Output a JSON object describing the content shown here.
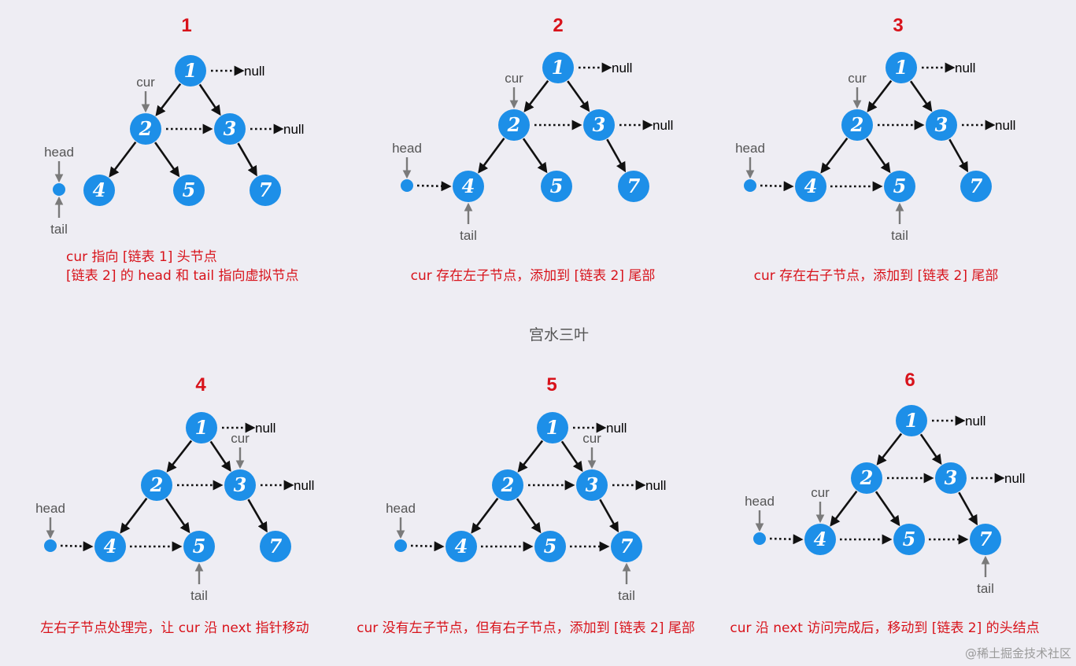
{
  "center_title": "宫水三叶",
  "watermark": "@稀土掘金技术社区",
  "labels": {
    "head": "head",
    "tail": "tail",
    "cur": "cur",
    "null": "null"
  },
  "colors": {
    "node": "#1d8fe8",
    "title_red": "#d8131b",
    "pointer_gray": "#7a7a7a",
    "background": "#eeedf3"
  },
  "panels": [
    {
      "number": "1",
      "caption": [
        "cur 指向 [链表 1] 头节点",
        "[链表 2] 的 head 和 tail 指向虚拟节点"
      ]
    },
    {
      "number": "2",
      "caption": [
        "cur 存在左子节点，添加到 [链表 2] 尾部"
      ]
    },
    {
      "number": "3",
      "caption": [
        "cur 存在右子节点，添加到 [链表 2] 尾部"
      ]
    },
    {
      "number": "4",
      "caption": [
        "左右子节点处理完，让 cur 沿 next 指针移动"
      ]
    },
    {
      "number": "5",
      "caption": [
        "cur 没有左子节点，但有右子节点，添加到 [链表 2] 尾部"
      ]
    },
    {
      "number": "6",
      "caption": [
        "cur 沿 next 访问完成后，移动到 [链表 2] 的头结点"
      ]
    }
  ],
  "tree": {
    "nodes": [
      "1",
      "2",
      "3",
      "4",
      "5",
      "7"
    ],
    "edges": [
      [
        "1",
        "2"
      ],
      [
        "1",
        "3"
      ],
      [
        "2",
        "4"
      ],
      [
        "2",
        "5"
      ],
      [
        "3",
        "7"
      ]
    ],
    "next_links": [
      [
        "1",
        "null"
      ],
      [
        "2",
        "3"
      ],
      [
        "3",
        "null"
      ]
    ]
  }
}
